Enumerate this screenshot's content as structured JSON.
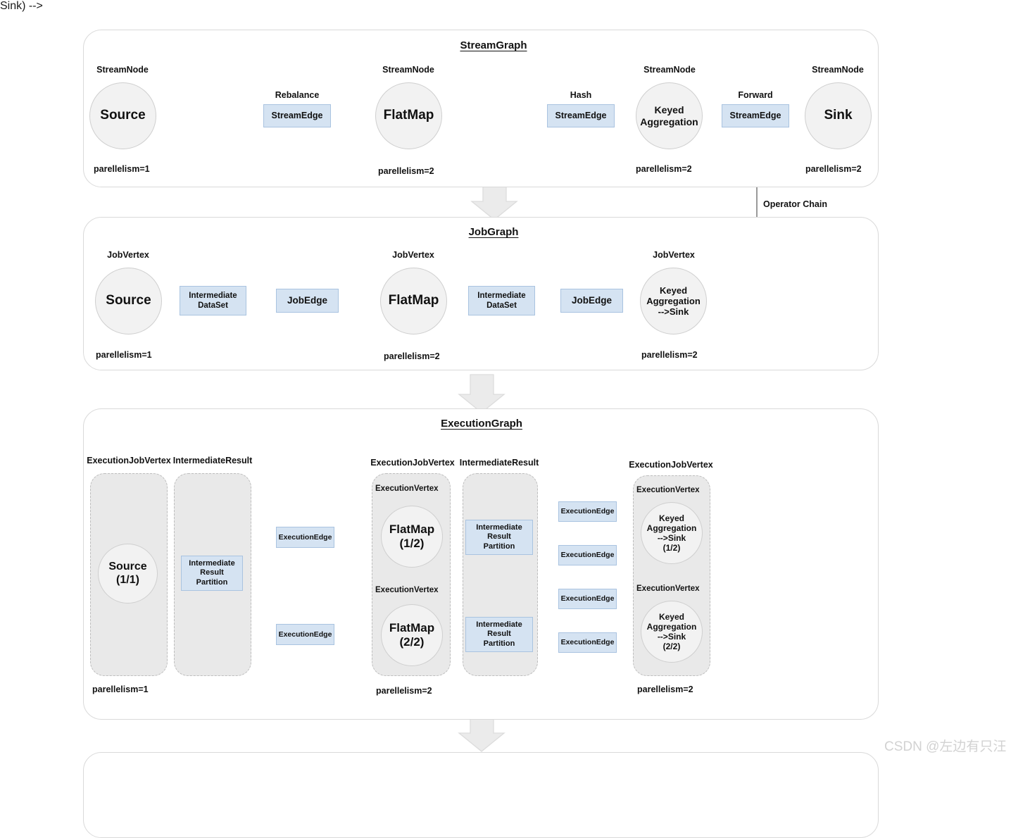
{
  "watermark": "CSDN @左边有只汪",
  "labels": {
    "operator_chain": "Operator Chain",
    "stream_node": "StreamNode",
    "job_vertex": "JobVertex",
    "execution_job_vertex": "ExecutionJobVertex",
    "execution_vertex": "ExecutionVertex",
    "intermediate_result": "IntermediateResult",
    "parallelism_1": "parellelism=1",
    "parallelism_2": "parellelism=2"
  },
  "colors": {
    "edge_box_fill": "#d5e3f2",
    "edge_box_border": "#a9c3e0",
    "node_fill": "#f2f2f2",
    "node_border": "#cfcfcf",
    "panel_border": "#d9d9d9",
    "group_fill": "#e9e9e9",
    "group_border": "#bdbdbd",
    "arrow": "#9e9e9e"
  },
  "streamgraph": {
    "title": "StreamGraph",
    "nodes": [
      {
        "label": "Source",
        "type_label": "StreamNode",
        "parallelism": "parellelism=1"
      },
      {
        "label": "FlatMap",
        "type_label": "StreamNode",
        "parallelism": "parellelism=2"
      },
      {
        "label": "Keyed\nAggregation",
        "type_label": "StreamNode",
        "parallelism": "parellelism=2"
      },
      {
        "label": "Sink",
        "type_label": "StreamNode",
        "parallelism": "parellelism=2"
      }
    ],
    "edges": [
      {
        "label": "StreamEdge",
        "strategy": "Rebalance"
      },
      {
        "label": "StreamEdge",
        "strategy": "Hash"
      },
      {
        "label": "StreamEdge",
        "strategy": "Forward"
      }
    ]
  },
  "jobgraph": {
    "title": "JobGraph",
    "nodes": [
      {
        "label": "Source",
        "type_label": "JobVertex",
        "parallelism": "parellelism=1"
      },
      {
        "label": "FlatMap",
        "type_label": "JobVertex",
        "parallelism": "parellelism=2"
      },
      {
        "label": "Keyed\nAggregation\n-->Sink",
        "type_label": "JobVertex",
        "parallelism": "parellelism=2"
      }
    ],
    "datasets": [
      "Intermediate\nDataSet",
      "Intermediate\nDataSet"
    ],
    "edges": [
      "JobEdge",
      "JobEdge"
    ]
  },
  "executiongraph": {
    "title": "ExecutionGraph",
    "groups": [
      {
        "type_label": "ExecutionJobVertex",
        "parallelism": "parellelism=1"
      },
      {
        "type_label": "IntermediateResult"
      },
      {
        "type_label": "ExecutionJobVertex",
        "parallelism": "parellelism=2"
      },
      {
        "type_label": "IntermediateResult"
      },
      {
        "type_label": "ExecutionJobVertex",
        "parallelism": "parellelism=2"
      }
    ],
    "source_vertex": "Source\n(1/1)",
    "source_partition": "Intermediate\nResult\nPartition",
    "flatmap_vertices": [
      "FlatMap\n(1/2)",
      "FlatMap\n(2/2)"
    ],
    "flatmap_partitions": [
      "Intermediate\nResult\nPartition",
      "Intermediate\nResult\nPartition"
    ],
    "sink_vertices": [
      "Keyed\nAggregation\n-->Sink\n(1/2)",
      "Keyed\nAggregation\n-->Sink\n(2/2)"
    ],
    "edges_left": [
      "ExecutionEdge",
      "ExecutionEdge"
    ],
    "edges_right": [
      "ExecutionEdge",
      "ExecutionEdge",
      "ExecutionEdge",
      "ExecutionEdge"
    ],
    "vertex_label": "ExecutionVertex"
  }
}
